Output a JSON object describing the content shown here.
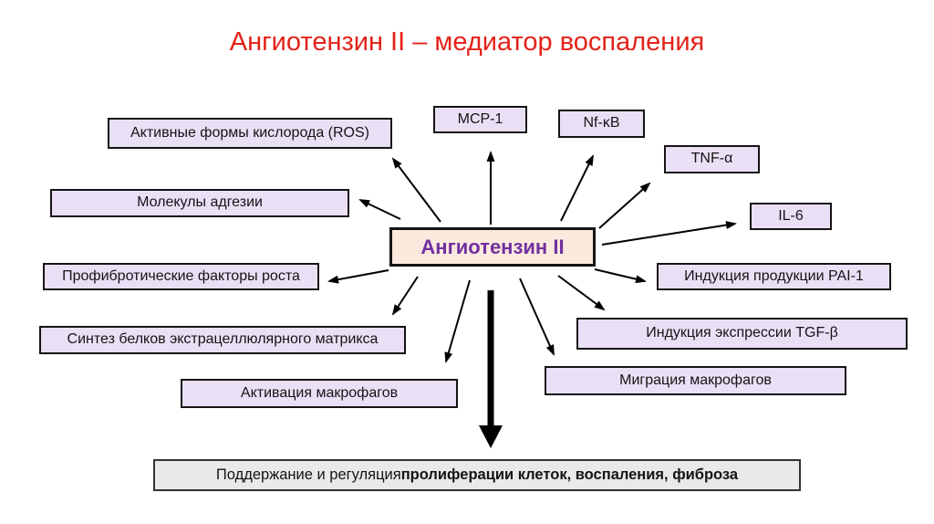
{
  "title": "Ангиотензин II – медиатор воспаления",
  "center": {
    "label": "Ангиотензин II"
  },
  "nodes": [
    {
      "id": "ros",
      "label": "Активные формы кислорода (ROS)"
    },
    {
      "id": "mcp1",
      "label": "MCP-1"
    },
    {
      "id": "nfkb",
      "label": "Nf-κB"
    },
    {
      "id": "tnf-alpha",
      "label": "TNF-α"
    },
    {
      "id": "il6",
      "label": "IL-6"
    },
    {
      "id": "adhesion",
      "label": "Молекулы адгезии"
    },
    {
      "id": "profibrotic",
      "label": "Профибротические факторы роста"
    },
    {
      "id": "pai1",
      "label": "Индукция продукции PAI-1"
    },
    {
      "id": "ecm-synthesis",
      "label": "Синтез белков экстрацеллюлярного матрикса"
    },
    {
      "id": "tgf-beta",
      "label": "Индукция экспрессии TGF-β"
    },
    {
      "id": "macrophage-activation",
      "label": "Активация макрофагов"
    },
    {
      "id": "macrophage-migration",
      "label": "Миграция макрофагов"
    }
  ],
  "footer": {
    "normal": "Поддержание и регуляция ",
    "bold": "пролиферации клеток, воспаления, фиброза"
  },
  "colors": {
    "title_red": "#e32319",
    "node_fill": "#eae0f6",
    "node_border": "#141414",
    "center_fill": "#fce9de",
    "center_text": "#7030a0",
    "footer_fill": "#e9e9e9",
    "arrow": "#000000"
  }
}
